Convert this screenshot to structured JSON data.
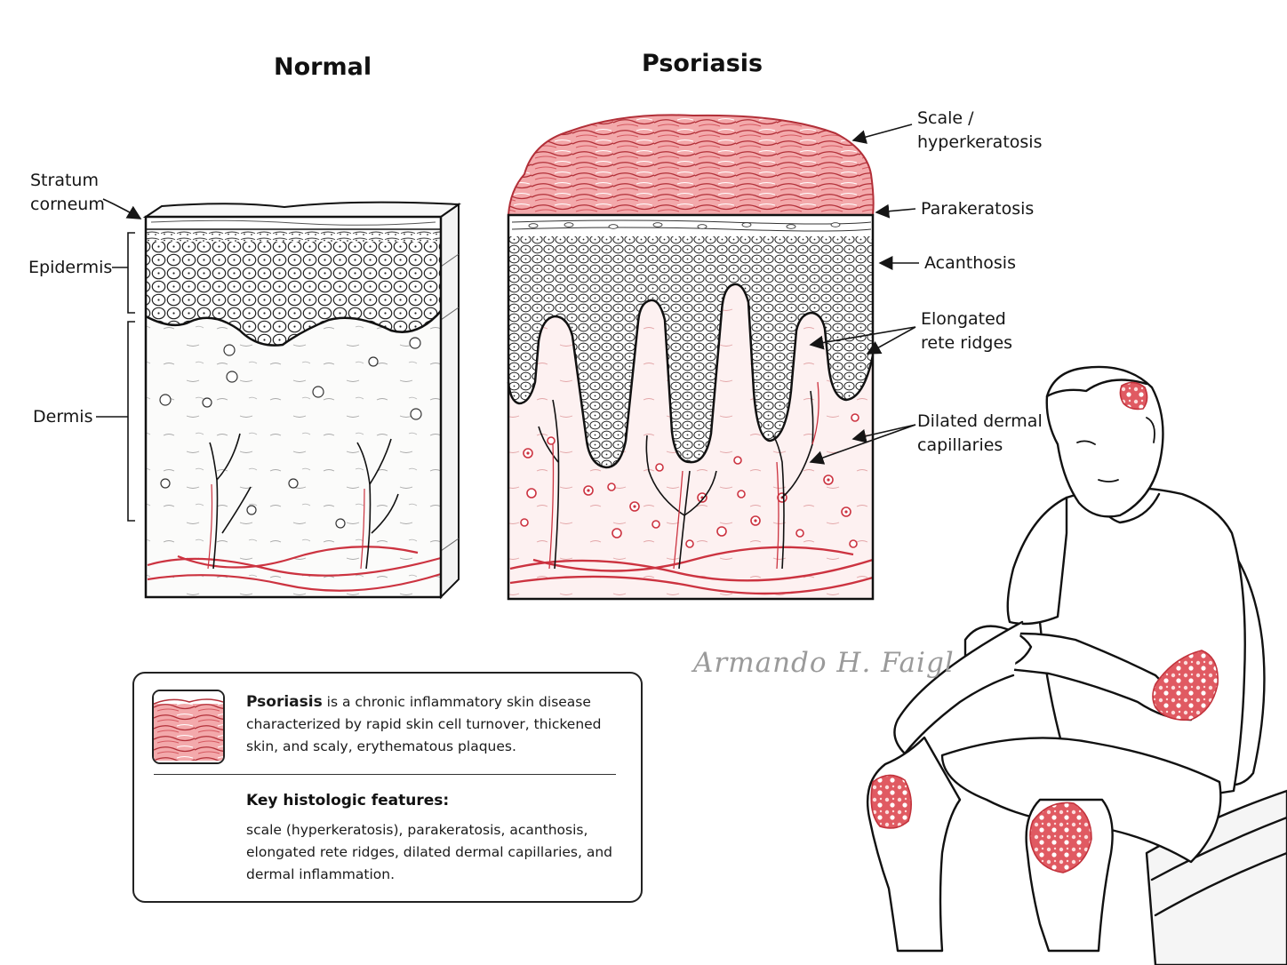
{
  "titles": {
    "normal": "Normal",
    "psoriasis": "Psoriasis"
  },
  "left_labels": {
    "stratum_corneum": "Stratum\ncorneum",
    "epidermis": "Epidermis",
    "dermis": "Dermis"
  },
  "right_labels": {
    "scale": "Scale /\nhyperkeratosis",
    "parakeratosis": "Parakeratosis",
    "acanthosis": "Acanthosis",
    "rete_ridges": "Elongated\nrete ridges",
    "capillaries": "Dilated dermal\ncapillaries"
  },
  "signature": "Armando H. Faigl",
  "info": {
    "term": "Psoriasis",
    "intro_rest": " is a chronic inflammatory skin disease characterized by rapid skin cell turnover, thickened skin, and scaly, erythematous plaques.",
    "key_heading": "Key histologic features:",
    "key_text": "scale (hyperkeratosis), parakeratosis, acanthosis, elongated rete ridges, dilated dermal capillaries, and dermal inflammation."
  },
  "colors": {
    "ink": "#151515",
    "lesion_red": "#d9434b",
    "lesion_pink": "#f3b7b8",
    "vessel_red": "#cc3340",
    "signature_gray": "#9a9a9a"
  }
}
